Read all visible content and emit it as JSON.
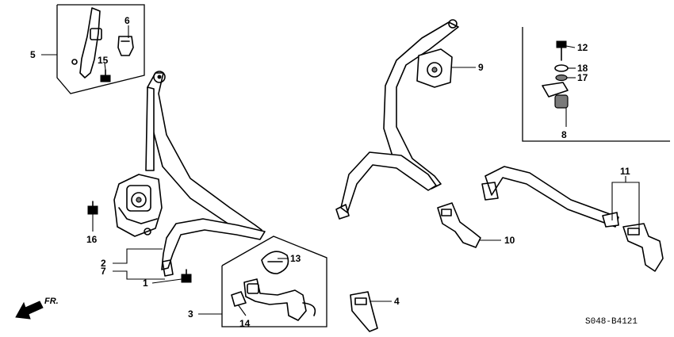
{
  "callouts": {
    "c1": "1",
    "c2": "2",
    "c3": "3",
    "c4": "4",
    "c5": "5",
    "c6": "6",
    "c7": "7",
    "c8": "8",
    "c9": "9",
    "c10": "10",
    "c11": "11",
    "c12": "12",
    "c13": "13",
    "c14": "14",
    "c15": "15",
    "c16": "16",
    "c17": "17",
    "c18": "18"
  },
  "direction_label": "FR.",
  "diagram_code": "S048-B4121"
}
